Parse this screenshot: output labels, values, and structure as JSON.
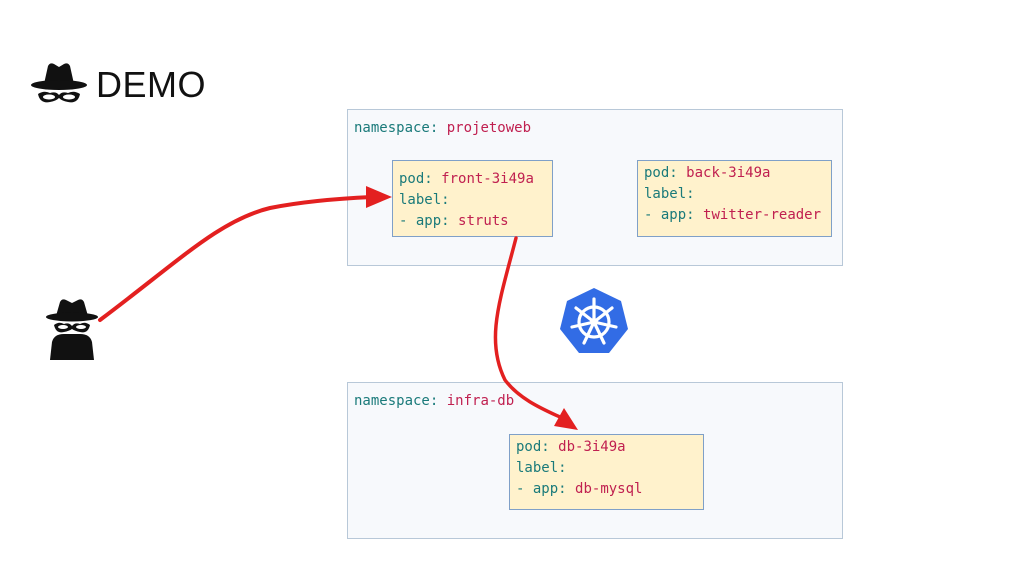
{
  "slide": {
    "title": "DEMO",
    "title_icon": "spy-icon",
    "colors": {
      "key": "#1a7a7a",
      "value": "#c02050",
      "arrow": "#e32020",
      "pod_fill": "#fff2cc",
      "pod_border": "#7fa0c8",
      "namespace_fill": "#f7f9fc",
      "namespace_border": "#b8c8d8",
      "k8s_blue": "#326ce5"
    }
  },
  "namespaces": [
    {
      "key": "namespace:",
      "value": "projetoweb",
      "pods": [
        {
          "pod_key": "pod:",
          "pod_value": "front-3i49a",
          "label_key": "label:",
          "dash": "-",
          "app_key": "app:",
          "app_value": "struts"
        },
        {
          "pod_key": "pod:",
          "pod_value": "back-3i49a",
          "label_key": "label:",
          "dash": "-",
          "app_key": "app:",
          "app_value": "twitter-reader"
        }
      ]
    },
    {
      "key": "namespace:",
      "value": "infra-db",
      "pods": [
        {
          "pod_key": "pod:",
          "pod_value": "db-3i49a",
          "label_key": "label:",
          "dash": "-",
          "app_key": "app:",
          "app_value": "db-mysql"
        }
      ]
    }
  ],
  "icons": {
    "attacker": "spy-icon",
    "kubernetes": "kubernetes-logo-icon"
  }
}
